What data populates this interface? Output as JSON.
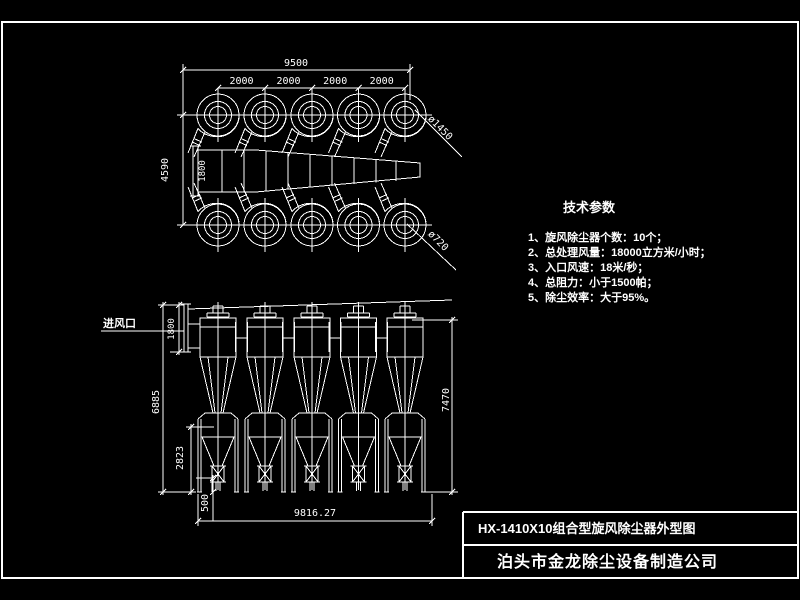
{
  "colors": {
    "background": "#000000",
    "line": "#ffffff",
    "text": "#ffffff"
  },
  "plan": {
    "overall_width": "9500",
    "spacings": [
      "2000",
      "2000",
      "2000",
      "2000"
    ],
    "row_spacing": "4590",
    "inlet_width": "1800",
    "body_diameter": "ø1450",
    "outlet_diameter": "ø720"
  },
  "elev": {
    "inlet_label": "进风口",
    "inlet_height": "1800",
    "body_height": "6885",
    "support_height": "2823",
    "discharge_height": "500",
    "total_height": "7470",
    "overall_length": "9816.27"
  },
  "tech": {
    "heading": "技术参数",
    "items": [
      "1、旋风除尘器个数：10个；",
      "2、总处理风量：18000立方米/小时；",
      "3、入口风速：18米/秒；",
      "4、总阻力：小于1500帕；",
      "5、除尘效率：大于95%。"
    ]
  },
  "title_block": {
    "drawing_title": "HX-1410X10组合型旋风除尘器外型图",
    "company": "泊头市金龙除尘设备制造公司"
  }
}
